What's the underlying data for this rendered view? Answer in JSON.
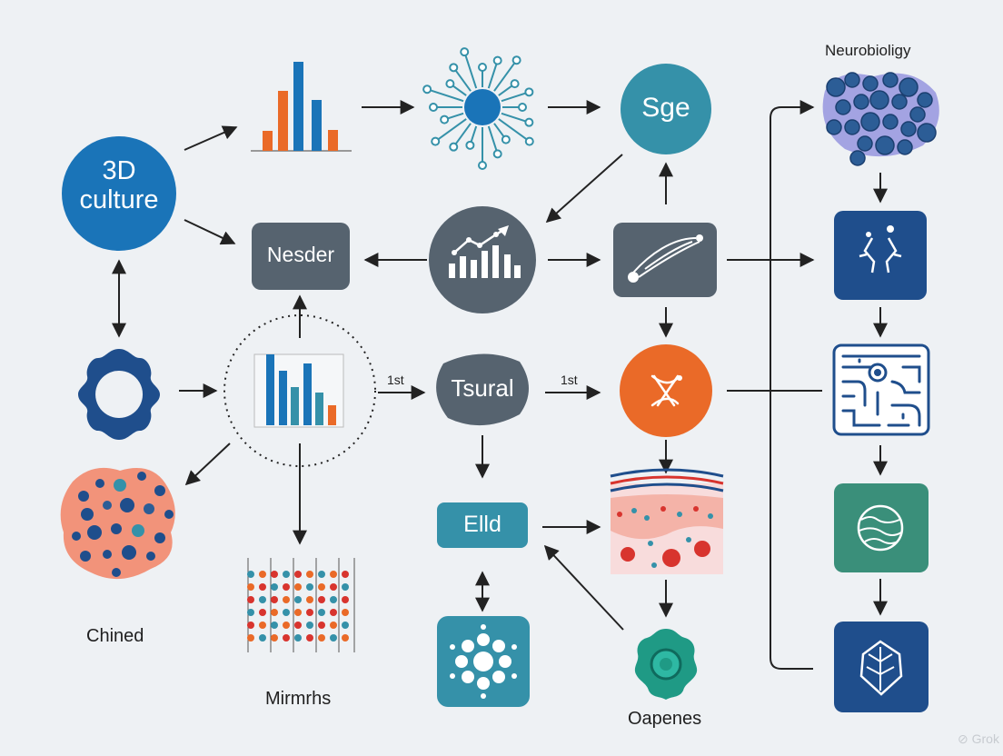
{
  "nodes": {
    "culture": "3D\nculture",
    "sge": "Sge",
    "nesder": "Nesder",
    "tsural": "Tsural",
    "elld": "Elld"
  },
  "captions": {
    "neuro": "Neurobioligy",
    "chined": "Chined",
    "mirmrhs": "Mirmrhs",
    "oapenes": "Oapenes"
  },
  "edge_labels": {
    "left_1st": "1st",
    "right_1st": "1st"
  },
  "colors": {
    "background": "#eef1f4",
    "blue": "#1a74b8",
    "navy": "#1f4e8c",
    "slate": "#56636f",
    "teal": "#3591a9",
    "orange": "#ea6a28",
    "green": "#3a8f7a",
    "coral": "#f2937a"
  }
}
